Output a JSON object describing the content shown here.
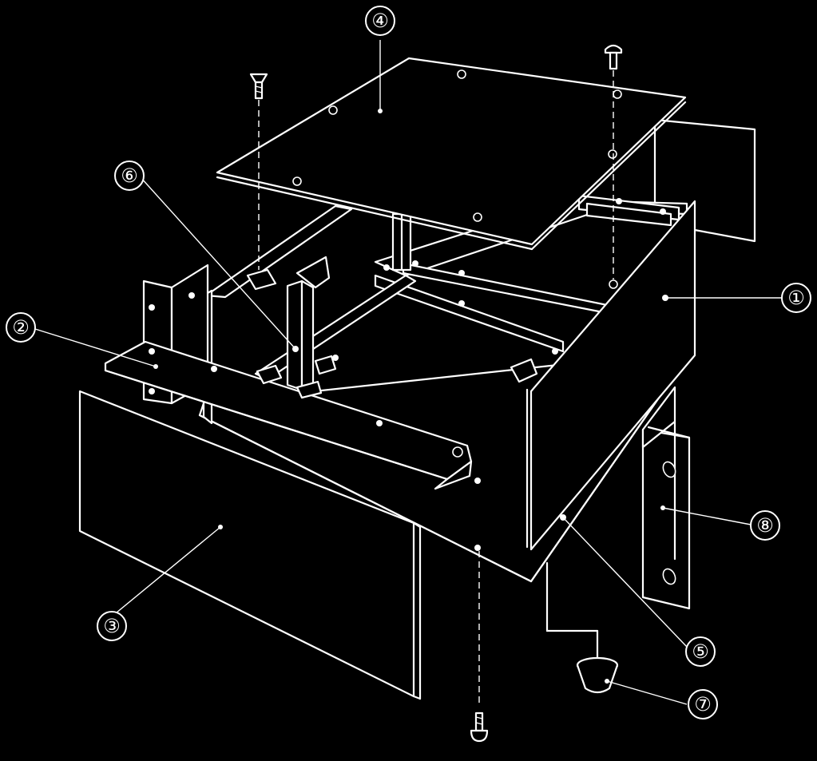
{
  "callouts": [
    {
      "id": "1",
      "label": "①"
    },
    {
      "id": "2",
      "label": "②"
    },
    {
      "id": "3",
      "label": "③"
    },
    {
      "id": "4",
      "label": "④"
    },
    {
      "id": "5",
      "label": "⑤"
    },
    {
      "id": "6",
      "label": "⑥"
    },
    {
      "id": "7",
      "label": "⑦"
    },
    {
      "id": "8",
      "label": "⑧"
    }
  ],
  "colors": {
    "background": "#000000",
    "ink": "#ffffff"
  }
}
